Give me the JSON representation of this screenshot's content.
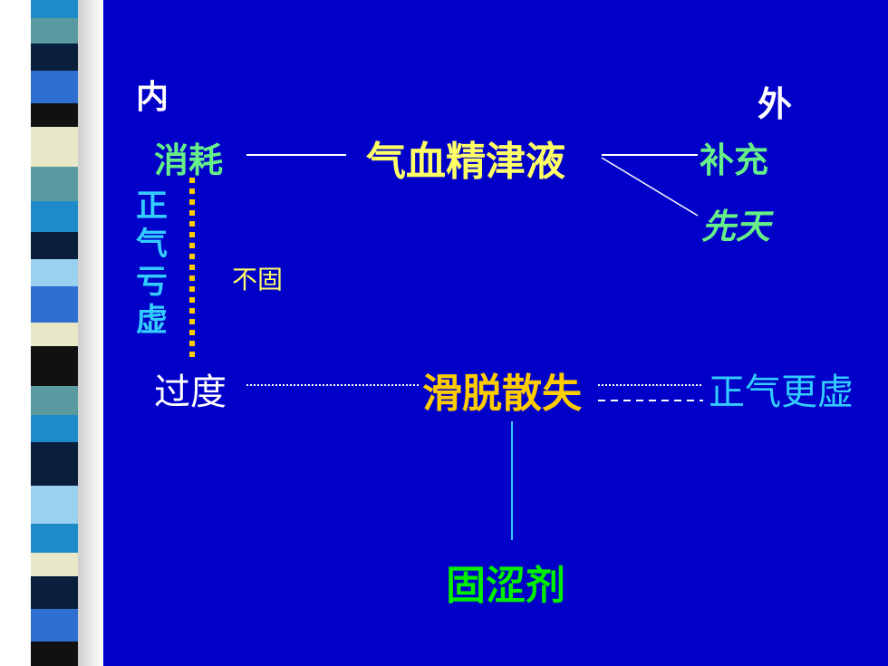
{
  "labels": {
    "inner": "内",
    "outer": "外",
    "consume": "消耗",
    "qi_blood": "气血精津液",
    "supplement": "补充",
    "innate": "先天",
    "zhengqi_deficiency": "正气亏虚",
    "not_firm": "不固",
    "excess": "过度",
    "slip_loss": "滑脱散失",
    "zhengqi_more_deficient": "正气更虚",
    "astringent": "固涩剂"
  },
  "colors": {
    "background": "#0000c8",
    "white": "#ffffff",
    "green": "#66ee88",
    "yellow": "#ffff66",
    "orange": "#ffcc00",
    "cyan": "#33ccff",
    "bright_green": "#00ee00"
  }
}
